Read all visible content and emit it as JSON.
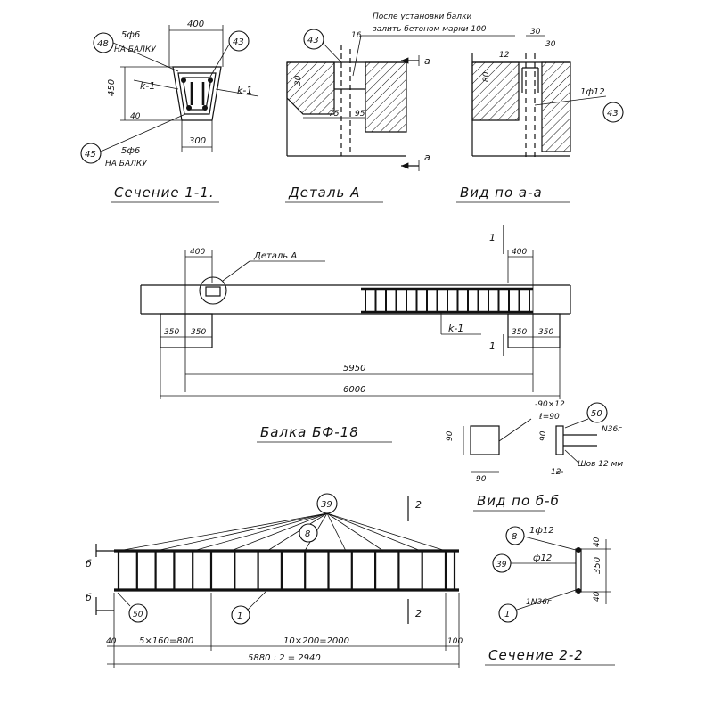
{
  "section_1_1": {
    "title": "Сечение 1-1.",
    "dim_top": "400",
    "dim_bottom": "300",
    "dim_height": "450",
    "dim_small": "40",
    "label_k1_left": "k-1",
    "label_k1_right": "k-1",
    "callout_48": "48",
    "callout_43": "43",
    "callout_45": "45",
    "note_top_a": "5ф6",
    "note_top_b": "НА БАЛКУ",
    "note_bottom_a": "5ф6",
    "note_bottom_b": "НА БАЛКУ"
  },
  "detail_a": {
    "title": "Деталь А",
    "note_line1": "После установки балки",
    "note_line2": "залить бетоном марки 100",
    "callout_43": "43",
    "dim_16": "16",
    "dim_30": "30",
    "dim_75": "75",
    "dim_95": "95",
    "section_mark": "а"
  },
  "view_a_a": {
    "title": "Вид по а-а",
    "dim_30": "30",
    "dim_12": "12",
    "dim_80": "80",
    "dim_30b": "30",
    "rebar_note": "1ф12",
    "callout_43": "43"
  },
  "beam": {
    "title": "Балка БФ-18",
    "detail_label": "Деталь А",
    "dim_400_left": "400",
    "dim_400_right": "400",
    "dim_350_a": "350",
    "dim_350_b": "350",
    "dim_350_c": "350",
    "dim_350_d": "350",
    "dim_5950": "5950",
    "dim_6000": "6000",
    "cut_mark": "1",
    "k1_label": "k-1"
  },
  "view_b_b": {
    "title": "Вид по б-б",
    "plate_note1": "-90×12",
    "plate_note2": "ℓ=90",
    "callout_50": "50",
    "profile_note": "N36г",
    "weld_note": "Шов 12 мм",
    "dim_90_left": "90",
    "dim_90_bottom": "90",
    "dim_90_right": "90",
    "dim_12": "12"
  },
  "frame": {
    "callout_39": "39",
    "callout_8": "8",
    "callout_1": "1",
    "callout_50": "50",
    "mark_b_top": "б",
    "mark_b_bottom": "б",
    "cut_2_top": "2",
    "cut_2_bottom": "2",
    "dim_40_left": "40",
    "dim_5x160": "5×160=800",
    "dim_10x200": "10×200=2000",
    "dim_100": "100",
    "dim_total": "5880 : 2 = 2940"
  },
  "section_2_2": {
    "title": "Сечение 2-2",
    "callout_8": "8",
    "callout_39": "39",
    "callout_1": "1",
    "note_8": "1ф12",
    "note_39": "ф12",
    "note_1": "1N36г",
    "dim_40_top": "40",
    "dim_350": "350",
    "dim_40_bottom": "40"
  }
}
